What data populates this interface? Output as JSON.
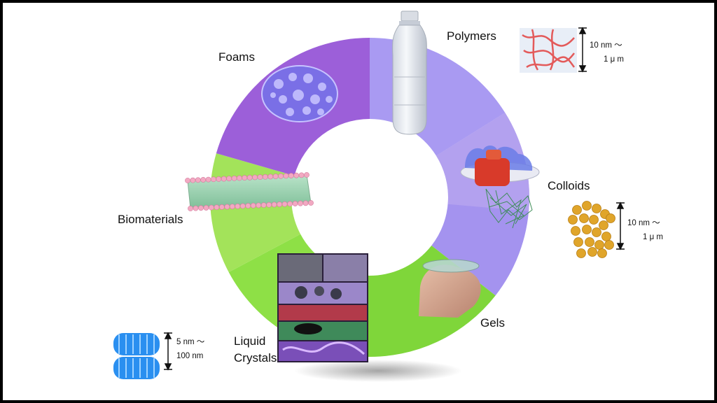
{
  "labels": {
    "polymers": "Polymers",
    "foams": "Foams",
    "colloids": "Colloids",
    "biomaterials": "Biomaterials",
    "gels": "Gels",
    "liquid_crystals_line1": "Liquid",
    "liquid_crystals_line2": "Crystals"
  },
  "scales": {
    "polymers": {
      "line1": "10 nm ～",
      "line2": "1 μ m"
    },
    "colloids": {
      "line1": "10 nm ～",
      "line2": "1 μ m"
    },
    "liquid_crystals": {
      "line1": "5 nm ～",
      "line2": "100 nm"
    }
  },
  "colors": {
    "polymers_sector": "#a99af2",
    "colloids_sector": "#a493ef",
    "colloids_light": "#b9a7f0",
    "gels_sector": "#7fd63a",
    "liquid_crystals_sector": "#8ee046",
    "biomaterials_sector": "#a3e35a",
    "foams_sector": "#9c5fd9"
  }
}
